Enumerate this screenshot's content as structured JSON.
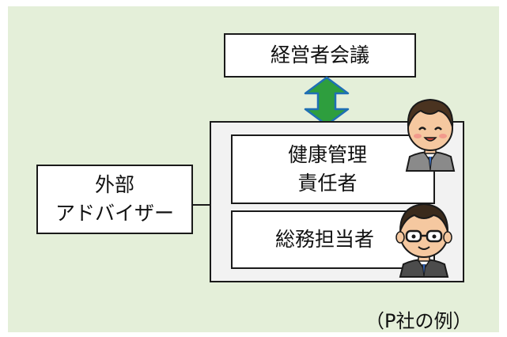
{
  "diagram": {
    "top_node": {
      "label": "経営者会議"
    },
    "health_manager": {
      "line1": "健康管理",
      "line2": "責任者"
    },
    "general_affairs": {
      "label": "総務担当者"
    },
    "external_advisor": {
      "line1": "外部",
      "line2": "アドバイザー"
    },
    "caption": "（P社の例）"
  },
  "colors": {
    "panel_background": "#e4efd9",
    "group_background": "#f2f2f2",
    "arrow_fill": "#2e9e3e",
    "arrow_outline": "#1f6fb5"
  },
  "icons": [
    "double-arrow-icon",
    "smiling-person-icon",
    "glasses-person-icon"
  ]
}
